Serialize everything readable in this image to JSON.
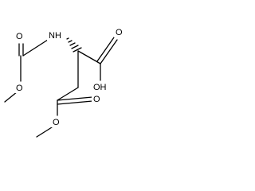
{
  "colors": {
    "background": "#ffffff",
    "ink": "#000000"
  },
  "atoms": {
    "nh": "NH",
    "o_carbamate_carbonyl": "O",
    "o_carbamate_ether": "O",
    "o_acid_carbonyl": "O",
    "o_acid_hydroxyl": "OH",
    "o_ester_carbonyl": "O",
    "o_ester_ether": "O"
  }
}
